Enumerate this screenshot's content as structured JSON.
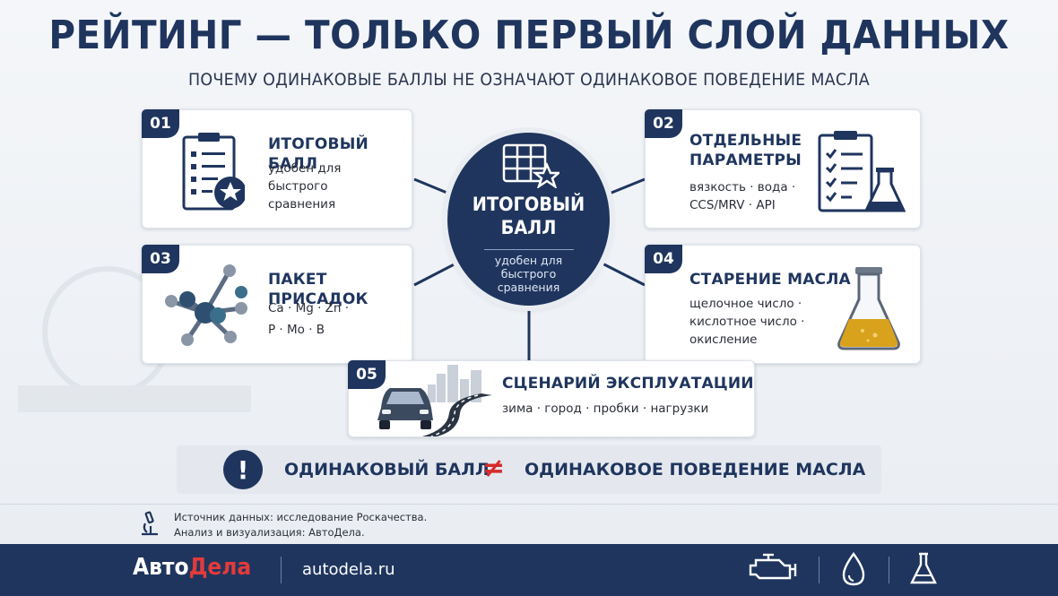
{
  "header": {
    "title": "РЕЙТИНГ — ТОЛЬКО ПЕРВЫЙ СЛОЙ ДАННЫХ",
    "subtitle": "ПОЧЕМУ ОДИНАКОВЫЕ БАЛЛЫ НЕ ОЗНАЧАЮТ ОДИНАКОВОЕ ПОВЕДЕНИЕ МАСЛА"
  },
  "center": {
    "title_line1": "ИТОГОВЫЙ",
    "title_line2": "БАЛЛ",
    "sub_line1": "удобен для",
    "sub_line2": "быстрого",
    "sub_line3": "сравнения"
  },
  "cards": [
    {
      "num": "01",
      "title": "ИТОГОВЫЙ БАЛЛ",
      "lines": [
        "удобен для",
        "быстрого",
        "сравнения"
      ],
      "icon": "clipboard-star-icon"
    },
    {
      "num": "02",
      "title_line1": "ОТДЕЛЬНЫЕ",
      "title_line2": "ПАРАМЕТРЫ",
      "lines": [
        "вязкость · вода ·",
        "CCS/MRV · API"
      ],
      "icon": "checklist-flask-icon"
    },
    {
      "num": "03",
      "title": "ПАКЕТ ПРИСАДОК",
      "lines": [
        "Ca · Mg · Zn ·",
        "P · Mo · B"
      ],
      "icon": "molecule-icon"
    },
    {
      "num": "04",
      "title": "СТАРЕНИЕ МАСЛА",
      "lines": [
        "щелочное число ·",
        "кислотное число ·",
        "окисление"
      ],
      "icon": "flask-icon"
    },
    {
      "num": "05",
      "title": "СЦЕНАРИЙ ЭКСПЛУАТАЦИИ",
      "lines": [
        "зима · город · пробки · нагрузки"
      ],
      "icon": "car-road-icon"
    }
  ],
  "warning": {
    "mark": "!",
    "left": "ОДИНАКОВЫЙ БАЛЛ",
    "neq": "≠",
    "right": "ОДИНАКОВОЕ ПОВЕДЕНИЕ МАСЛА"
  },
  "source": {
    "line1": "Источник данных: исследование Роскачества.",
    "line2": "Анализ и визуализация: АвтоДела."
  },
  "footer": {
    "brand_part1": "Авто",
    "brand_part2": "Дела",
    "url": "autodela.ru",
    "icons": [
      "engine-icon",
      "drop-icon",
      "flask-icon"
    ]
  },
  "colors": {
    "navy": "#1f355e",
    "accent_red": "#e23b3b",
    "oil_amber": "#d9a21c"
  }
}
